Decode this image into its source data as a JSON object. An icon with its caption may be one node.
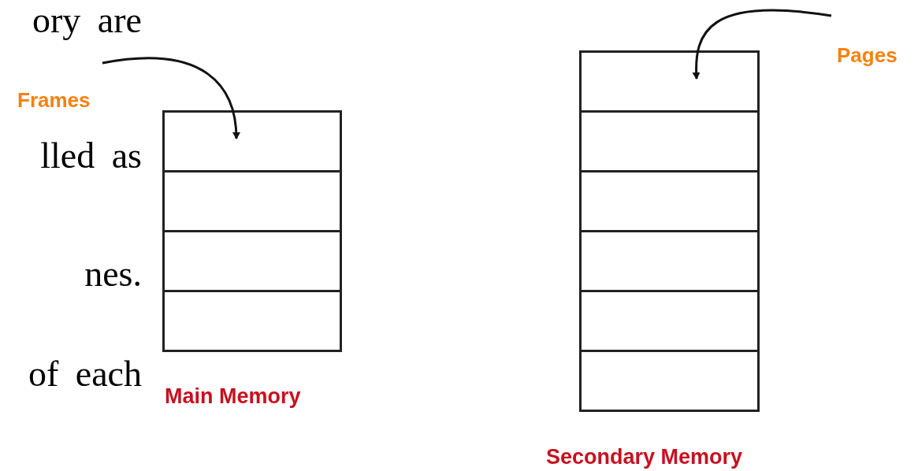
{
  "diagram": {
    "nodes": [
      {
        "text": [
          "Frames"
        ]
      },
      {
        "text": [],
        "shape": "box"
      },
      {
        "text": [],
        "shape": "box"
      },
      {
        "text": [],
        "shape": "box"
      },
      {
        "text": [],
        "shape": "box"
      },
      {
        "text": [
          "Pages"
        ]
      },
      {
        "text": [],
        "shape": "box"
      },
      {
        "text": [],
        "shape": "box"
      },
      {
        "text": [],
        "shape": "box"
      },
      {
        "text": [],
        "shape": "box"
      },
      {
        "text": [],
        "shape": "box"
      },
      {
        "text": [],
        "shape": "box"
      }
    ],
    "edges": [
      {
        "from": 0,
        "to": 1,
        "arrow": "to"
      },
      {
        "from": 5,
        "to": 6,
        "arrow": "to"
      }
    ],
    "labels": [
      "ory are",
      "lled as",
      "nes.",
      "of each",
      "Main Memory",
      "Secondary Memory"
    ]
  }
}
